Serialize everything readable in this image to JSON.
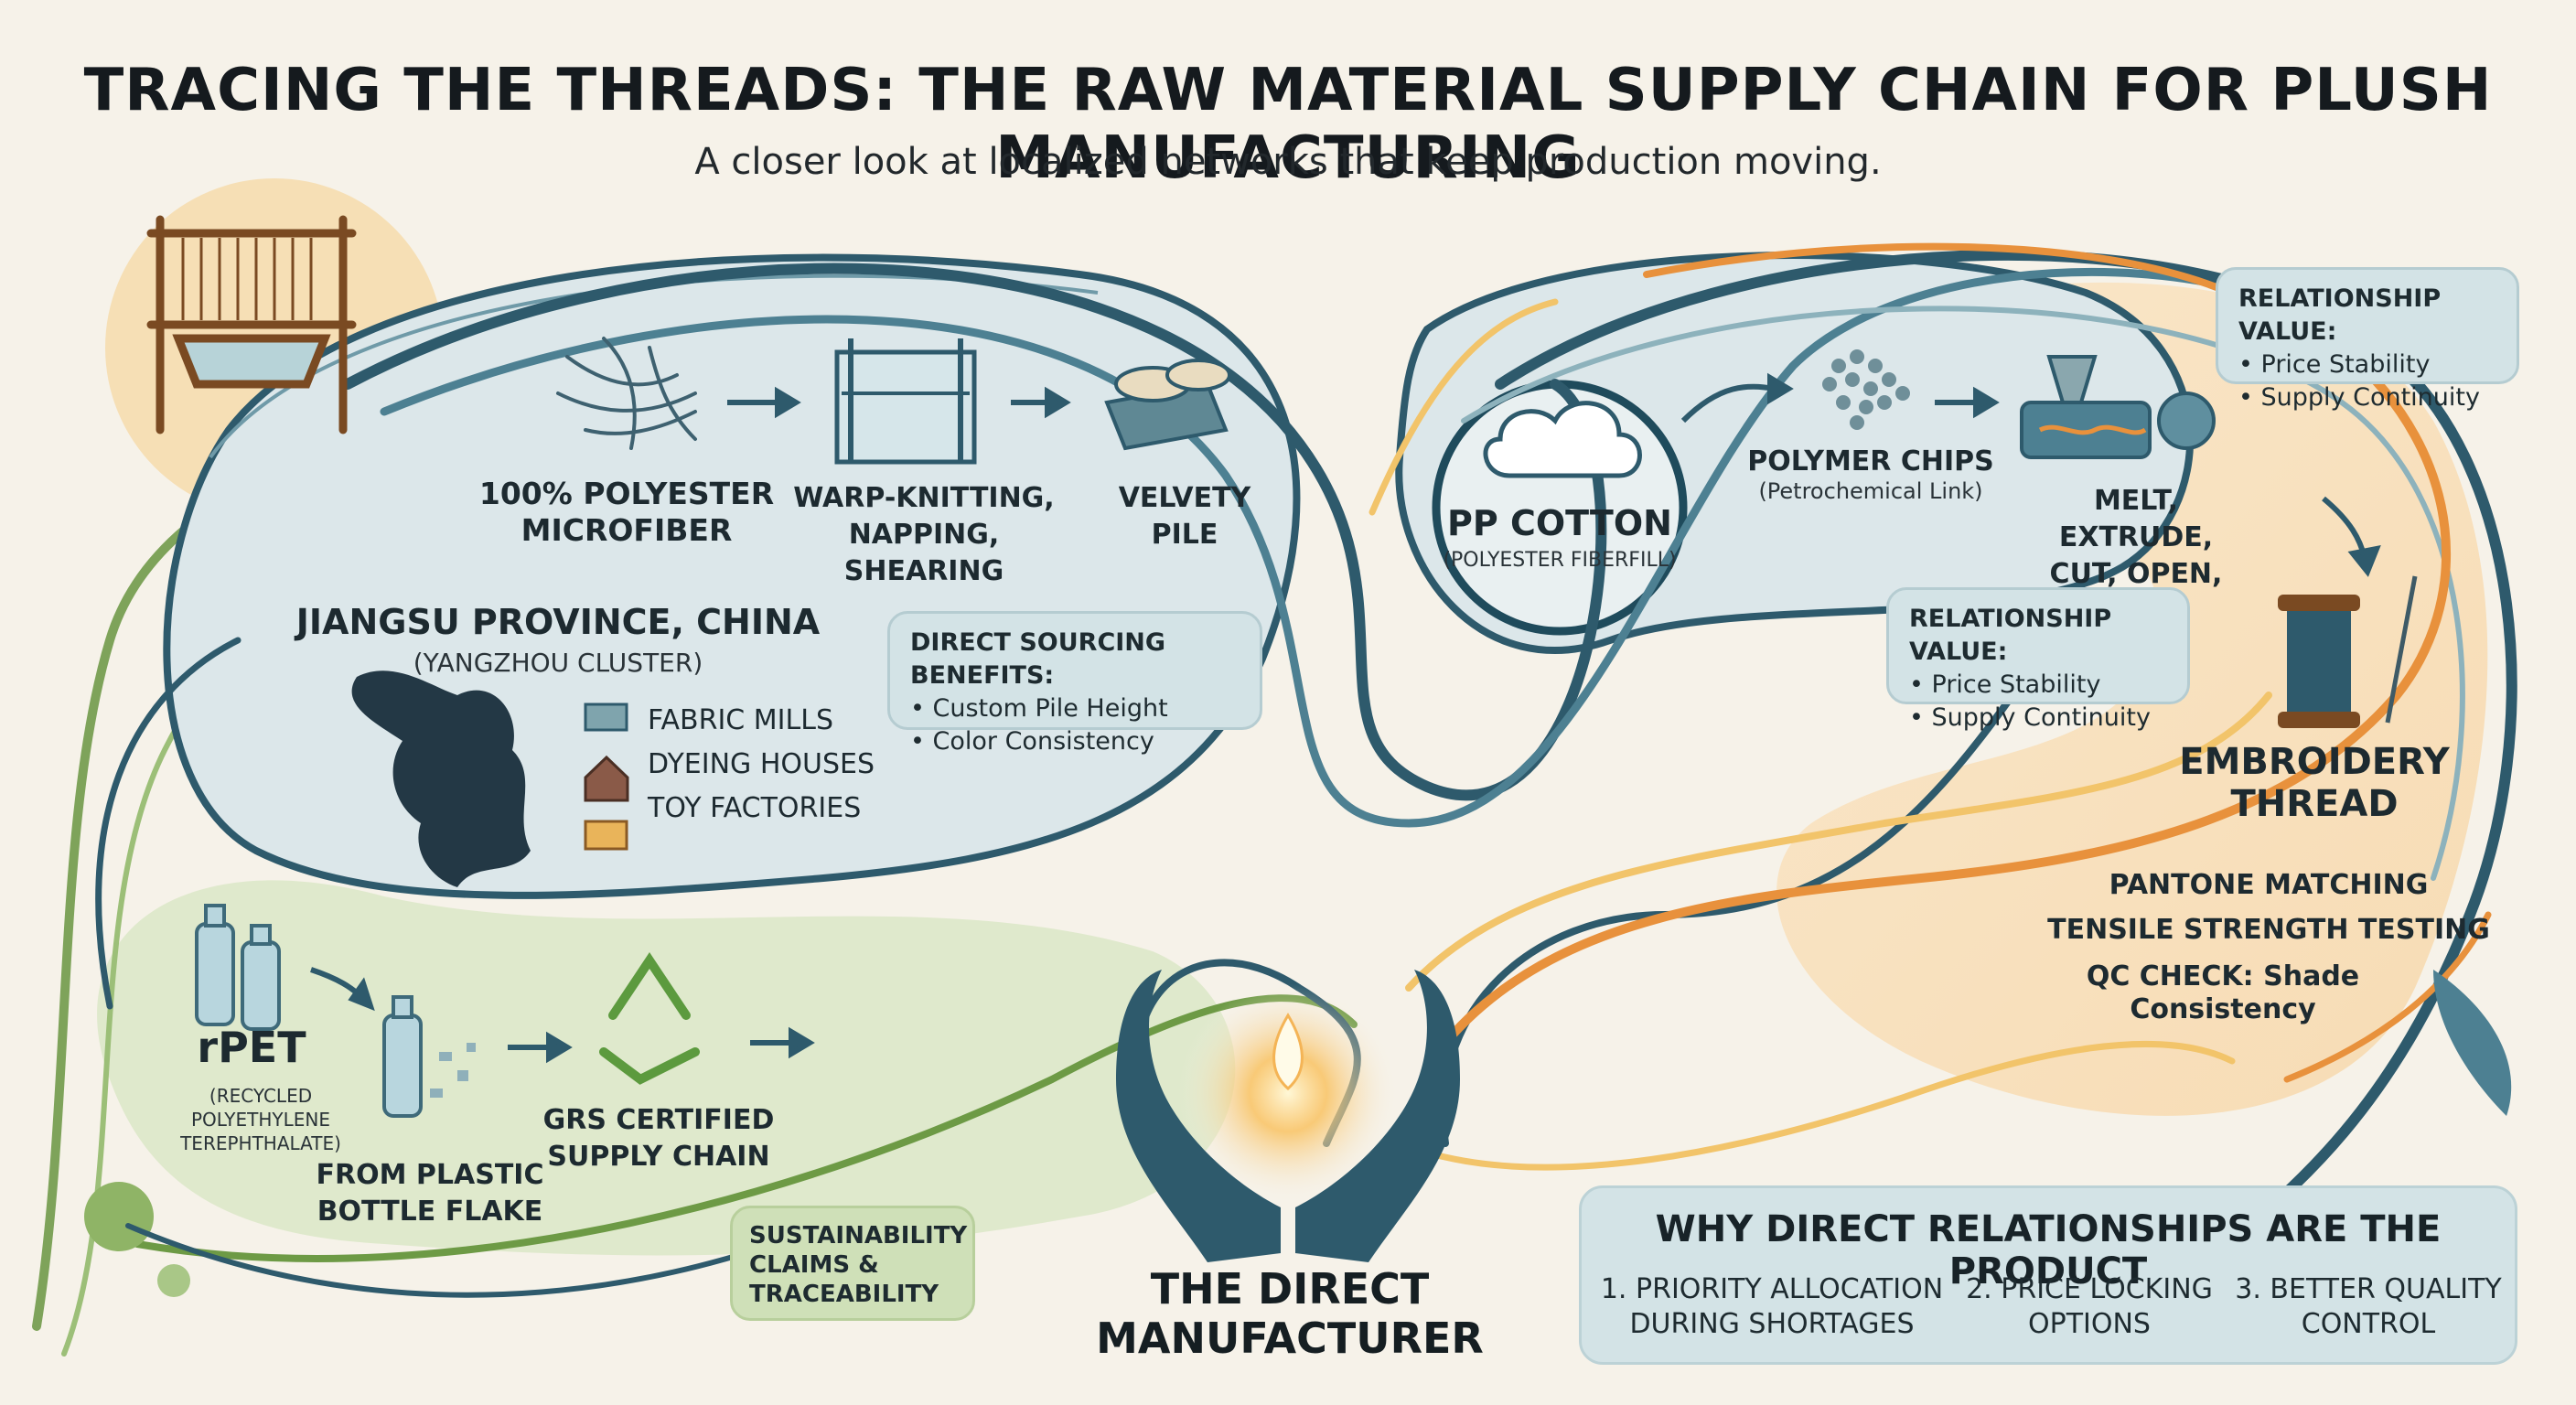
{
  "header": {
    "title": "TRACING THE THREADS: THE RAW MATERIAL SUPPLY CHAIN FOR PLUSH MANUFACTURING",
    "subtitle": "A closer look at localized networks that keep production moving."
  },
  "polyester": {
    "material": "100% POLYESTER\nMICROFIBER",
    "process": "WARP-KNITTING,\nNAPPING, SHEARING",
    "output": "VELVETY\nPILE",
    "region": "JIANGSU PROVINCE, CHINA",
    "cluster": "(YANGZHOU CLUSTER)",
    "facilities": [
      "FABRIC MILLS",
      "DYEING HOUSES",
      "TOY FACTORIES"
    ],
    "benefits_title": "DIRECT SOURCING BENEFITS:",
    "benefits": [
      "• Custom Pile Height",
      "• Color Consistency"
    ]
  },
  "pp_cotton": {
    "name": "PP COTTON",
    "detail": "(POLYESTER FIBERFILL)",
    "chips": "POLYMER CHIPS",
    "chips_detail": "(Petrochemical Link)",
    "process": "MELT, EXTRUDE,\nCUT, OPEN, CARD",
    "relationship_title": "RELATIONSHIP VALUE:",
    "relationship": [
      "• Price Stability",
      "• Supply Continuity"
    ]
  },
  "thread": {
    "relationship_title": "RELATIONSHIP VALUE:",
    "relationship": [
      "• Price Stability",
      "• Supply Continuity"
    ],
    "name": "EMBROIDERY\nTHREAD",
    "steps": [
      "PANTONE MATCHING",
      "TENSILE STRENGTH TESTING",
      "QC CHECK: Shade\nConsistency"
    ]
  },
  "rpet": {
    "name": "rPET",
    "detail": "(RECYCLED\nPOLYETHYLENE\nTEREPHTHALATE)",
    "source": "FROM PLASTIC\nBOTTLE FLAKE",
    "certified": "GRS CERTIFIED\nSUPPLY CHAIN",
    "claims": "SUSTAINABILITY\nCLAIMS &\nTRACEABILITY"
  },
  "center": {
    "label": "THE DIRECT\nMANUFACTURER"
  },
  "why": {
    "title": "WHY DIRECT RELATIONSHIPS ARE THE PRODUCT",
    "items": [
      "1. PRIORITY ALLOCATION\nDURING SHORTAGES",
      "2. PRICE LOCKING\nOPTIONS",
      "3. BETTER QUALITY\nCONTROL"
    ]
  },
  "colors": {
    "background": "#f6f2e9",
    "teal_dark": "#2e5a6c",
    "teal_light": "#d3e3e6",
    "green": "#6d9a45",
    "green_light": "#cfe0b8",
    "orange": "#e8913c",
    "yellow": "#f2c46a"
  }
}
